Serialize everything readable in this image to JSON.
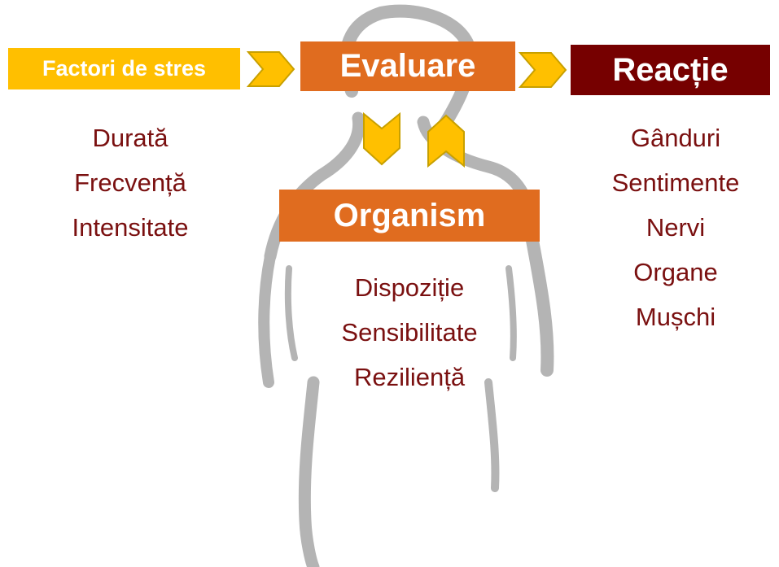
{
  "colors": {
    "stressors_box": "#ffbf00",
    "evaluation_box": "#e06c1f",
    "reaction_box": "#760000",
    "organism_box": "#e06c1f",
    "chevron_fill": "#ffc000",
    "chevron_stroke": "#c8a000",
    "list_text": "#7a1010",
    "silhouette": "#b4b4b4"
  },
  "process": {
    "stressors": {
      "title": "Factori de stres",
      "items": [
        "Durată",
        "Frecvență",
        "Intensitate"
      ]
    },
    "evaluation": {
      "title": "Evaluare"
    },
    "reaction": {
      "title": "Reacție",
      "items": [
        "Gânduri",
        "Sentimente",
        "Nervi",
        "Organe",
        "Mușchi"
      ]
    },
    "organism": {
      "title": "Organism",
      "items": [
        "Dispoziție",
        "Sensibilitate",
        "Reziliență"
      ]
    }
  },
  "arrows": [
    {
      "from": "stressors",
      "to": "evaluation",
      "direction": "right",
      "icon": "chevron-right-icon"
    },
    {
      "from": "evaluation",
      "to": "reaction",
      "direction": "right",
      "icon": "chevron-right-icon"
    },
    {
      "from": "evaluation",
      "to": "organism",
      "direction": "down",
      "icon": "chevron-down-icon"
    },
    {
      "from": "organism",
      "to": "evaluation",
      "direction": "up",
      "icon": "chevron-up-icon"
    }
  ]
}
